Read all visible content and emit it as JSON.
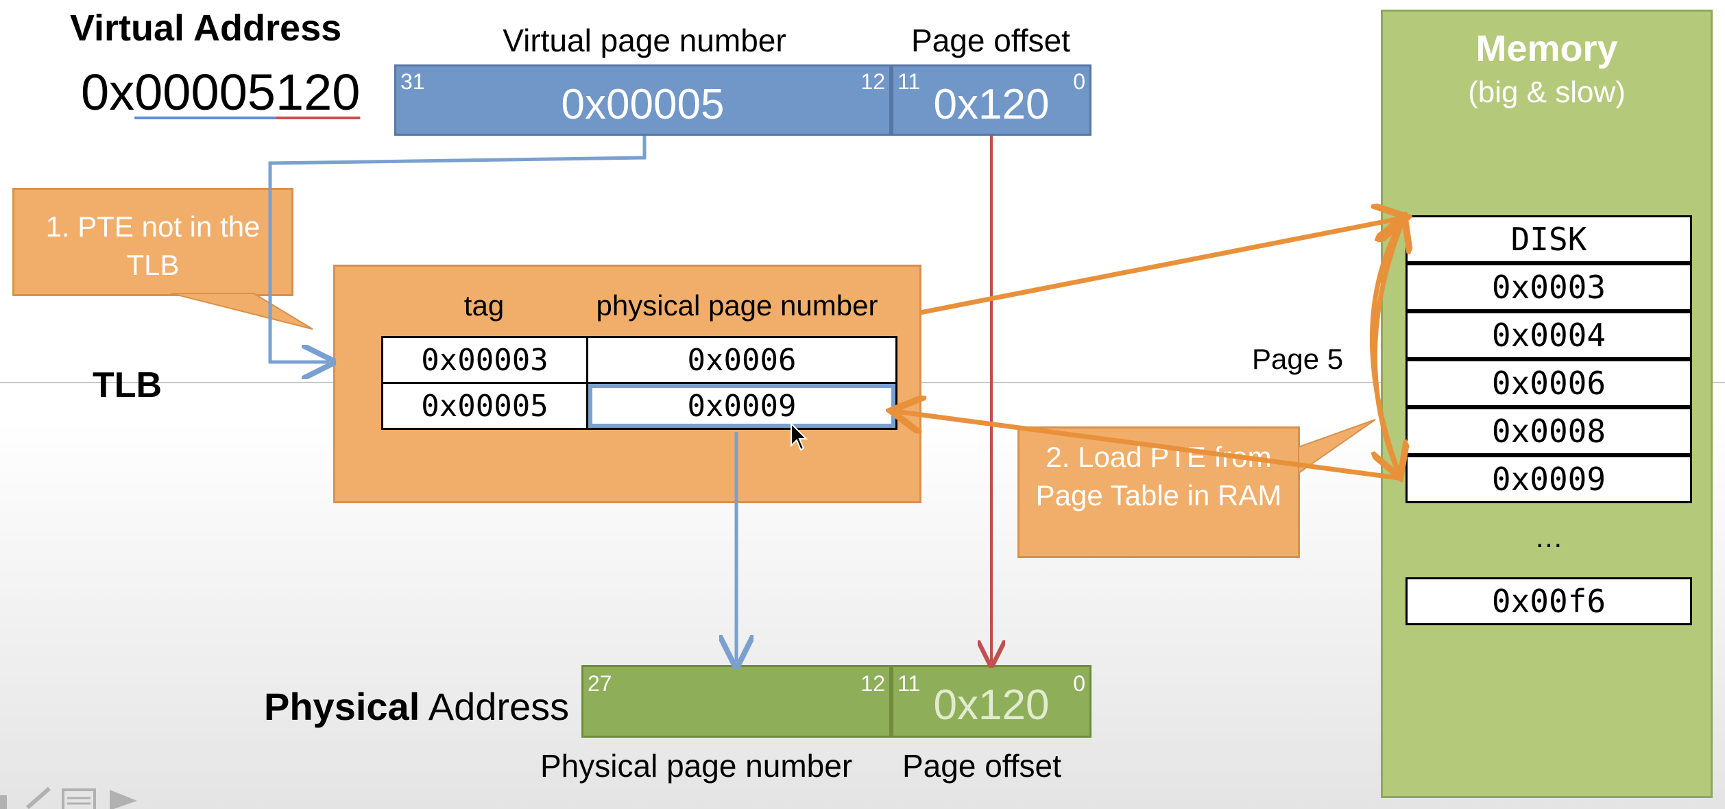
{
  "virtual_address": {
    "title": "Virtual Address",
    "value_prefix": "0x",
    "value_vpn": "00005",
    "value_offset": "120",
    "vpn_header": "Virtual page number",
    "offset_header": "Page offset",
    "vpn_value": "0x00005",
    "offset_value": "0x120",
    "bits": {
      "vpn_hi": "31",
      "vpn_lo": "12",
      "off_hi": "11",
      "off_lo": "0"
    }
  },
  "tlb": {
    "label": "TLB",
    "col_tag": "tag",
    "col_ppn": "physical page number",
    "rows": [
      {
        "tag": "0x00003",
        "ppn": "0x0006"
      },
      {
        "tag": "0x00005",
        "ppn": "0x0009"
      }
    ]
  },
  "callouts": {
    "step1": "1. PTE not in the TLB",
    "step2": "2. Load PTE from Page Table in RAM"
  },
  "memory": {
    "title": "Memory",
    "subtitle": "(big & slow)",
    "cells": [
      "DISK",
      "0x0003",
      "0x0004",
      "0x0006",
      "0x0008",
      "0x0009"
    ],
    "ellipsis": "…",
    "last_cell": "0x00f6",
    "page_label": "Page 5"
  },
  "physical_address": {
    "label_bold": "Physical",
    "label_rest": " Address",
    "offset_value": "0x120",
    "bits": {
      "ppn_hi": "27",
      "ppn_lo": "12",
      "off_hi": "11",
      "off_lo": "0"
    },
    "ppn_caption": "Physical page number",
    "offset_caption": "Page offset"
  },
  "colors": {
    "blue": "#7097c7",
    "orange": "#f0ae6a",
    "arrow_orange": "#e8913a",
    "green": "#8fae5a",
    "memory": "#b5c97a",
    "red_line": "#c0504d"
  }
}
